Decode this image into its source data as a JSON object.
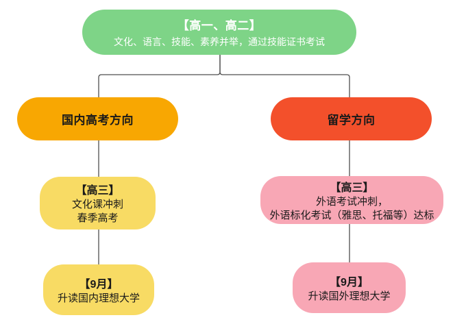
{
  "canvas": {
    "background": "#ffffff",
    "line_color": "#4d4d4d"
  },
  "nodes": {
    "root": {
      "title": "【高一、高二】",
      "subtitle": "文化、语言、技能、素养并举，通过技能证书考试",
      "bg": "#7ed487",
      "text_color": "#ffffff"
    },
    "domestic": {
      "title": "国内高考方向",
      "bg": "#f8a702",
      "text_color": "#1a1a1a"
    },
    "abroad": {
      "title": "留学方向",
      "bg": "#f3502b",
      "text_color": "#1a1a1a"
    },
    "domestic_g3": {
      "title": "【高三】",
      "lines": [
        "文化课冲刺",
        "春季高考"
      ],
      "bg": "#f8db64",
      "text_color": "#1a1a1a"
    },
    "abroad_g3": {
      "title": "【高三】",
      "lines": [
        "外语考试冲刺，",
        "外语标化考试（雅思、托福等）达标"
      ],
      "bg": "#f8a7b5",
      "text_color": "#1a1a1a"
    },
    "domestic_sept": {
      "title": "【9月】",
      "lines": [
        "升读国内理想大学"
      ],
      "bg": "#f8db64",
      "text_color": "#1a1a1a"
    },
    "abroad_sept": {
      "title": "【9月】",
      "lines": [
        "升读国外理想大学"
      ],
      "bg": "#f8a7b5",
      "text_color": "#1a1a1a"
    }
  }
}
